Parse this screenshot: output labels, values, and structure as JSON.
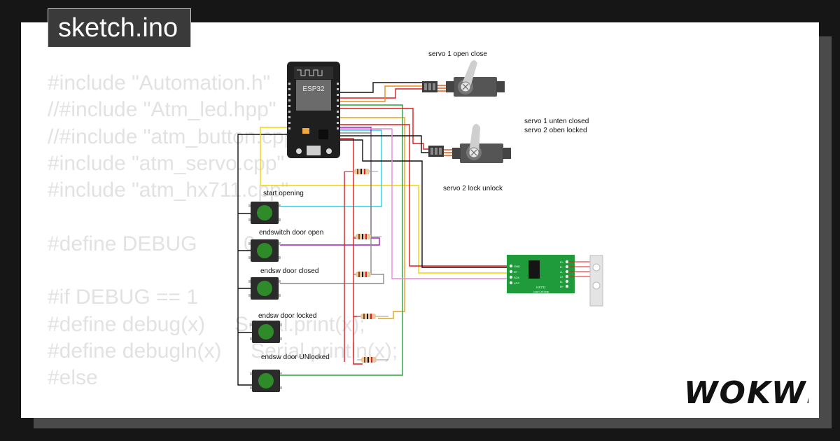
{
  "header": {
    "title": "sketch.ino"
  },
  "code_lines": [
    "#include \"Automation.h\"",
    "//#include \"Atm_led.hpp\"",
    "//#include \"atm_button.cpp\"",
    "#include \"atm_servo.cpp\"",
    "#include \"atm_hx711.cpp\"",
    "",
    "#define DEBUG        0",
    "",
    "#if DEBUG == 1",
    "#define debug(x)     Serial.print(x);",
    "#define debugln(x)     Serial.println(x);",
    "#else"
  ],
  "circuit": {
    "mcu_label": "ESP32",
    "servo1_label": "servo 1 open close",
    "servo2_label": "servo 2 lock unlock",
    "servo_note_1": "servo 1 unten closed",
    "servo_note_2": "servo 2 oben locked",
    "buttons": [
      "start opening",
      "endswitch door open",
      "endsw door closed",
      "endsw door locked",
      "endsw door UNlocked"
    ],
    "hx711_label": "HX711",
    "hx711_sub": "Load Cell Amp",
    "hx711_pins_left": [
      "GND",
      "DT",
      "SCK",
      "VCC"
    ],
    "hx711_pins_right": [
      "E+",
      "E-",
      "A-",
      "A+",
      "B-",
      "B+"
    ]
  },
  "brand": {
    "logo": "WOKWI"
  },
  "colors": {
    "background": "#161616",
    "card": "#ffffff",
    "tab": "#3a3a3a",
    "code_text": "#e2e2e2",
    "board": "#1f1f1f",
    "button_green": "#2f8a2a",
    "hx711_green": "#1f9b3c",
    "servo_gray": "#555555"
  }
}
